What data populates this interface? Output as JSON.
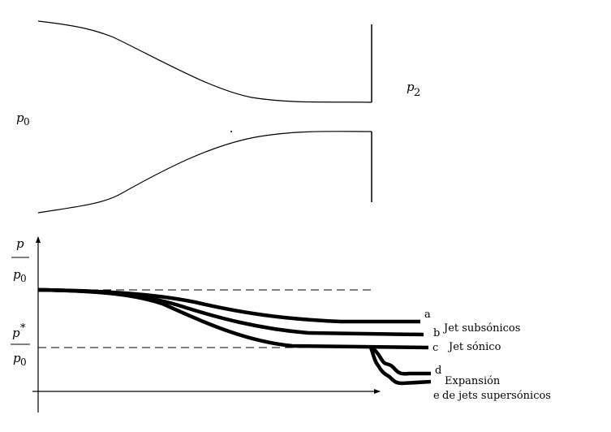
{
  "nozzle": {
    "inlet_pressure_label": "p",
    "inlet_pressure_sub": "0",
    "outlet_pressure_label": "p",
    "outlet_pressure_sub": "2"
  },
  "plot": {
    "y_axis_label_num": "p",
    "y_axis_label_den": "p",
    "y_axis_label_den_sub": "0",
    "critical_label_num": "p",
    "critical_label_sup": "*",
    "critical_label_den": "p",
    "critical_label_den_sub": "0",
    "curves": [
      {
        "id": "a",
        "label": "a"
      },
      {
        "id": "b",
        "label": "b"
      },
      {
        "id": "c",
        "label": "c"
      },
      {
        "id": "d",
        "label": "d"
      },
      {
        "id": "e",
        "label": "e"
      }
    ],
    "annotations": {
      "subsonic": "Jet subsónicos",
      "sonic": "Jet sónico",
      "expansion": "Expansión",
      "supersonic": "de jets supersónicos"
    }
  }
}
